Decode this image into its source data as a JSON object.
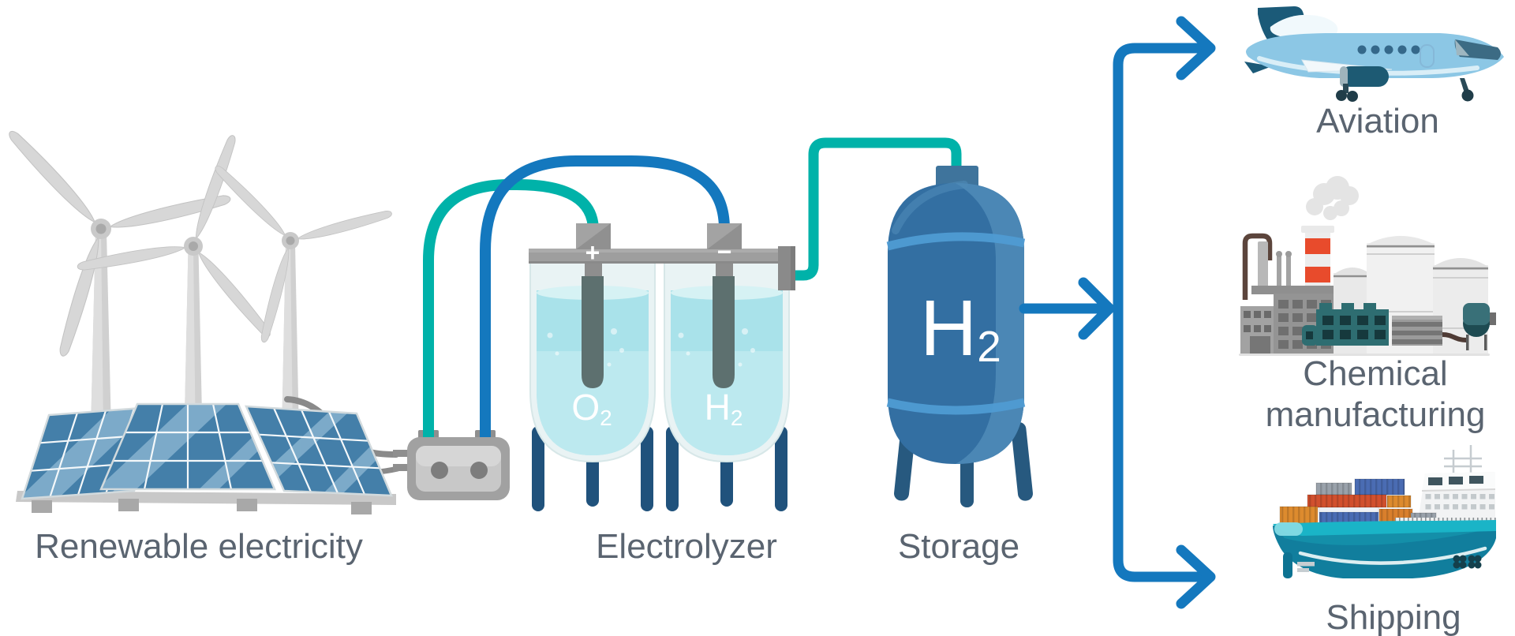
{
  "palette": {
    "teal_tube": "#00b2a9",
    "flow_blue": "#1478be",
    "label_gray": "#5a6470",
    "tank_blue": "#336fa2",
    "tank_band_blue": "#4f9bd3",
    "liquid_cyan": "#a9e2ea",
    "leg_navy": "#27597f",
    "solar_panel_blue": "#447fa9",
    "turbine_gray": "#d2d2d2",
    "white_text": "#ffffff"
  },
  "icons": {
    "renewable": "wind-turbines-and-solar-panels-icon",
    "electrolyzer": "electrolysis-cells-icon",
    "storage": "hydrogen-tank-icon",
    "aviation": "airplane-icon",
    "chemical": "factory-icon",
    "shipping": "cargo-ship-icon"
  },
  "stages": {
    "renewable": {
      "label": "Renewable electricity"
    },
    "electrolyzer": {
      "label": "Electrolyzer",
      "anode_sign": "+",
      "cathode_sign": "−",
      "oxygen": {
        "symbol": "O",
        "subscript": "2"
      },
      "hydrogen": {
        "symbol": "H",
        "subscript": "2"
      }
    },
    "storage": {
      "label": "Storage",
      "tank_text": {
        "symbol": "H",
        "subscript": "2"
      }
    },
    "uses": [
      {
        "id": "aviation",
        "label": "Aviation"
      },
      {
        "id": "chemical",
        "label_lines": [
          "Chemical",
          "manufacturing"
        ]
      },
      {
        "id": "shipping",
        "label": "Shipping"
      }
    ]
  }
}
